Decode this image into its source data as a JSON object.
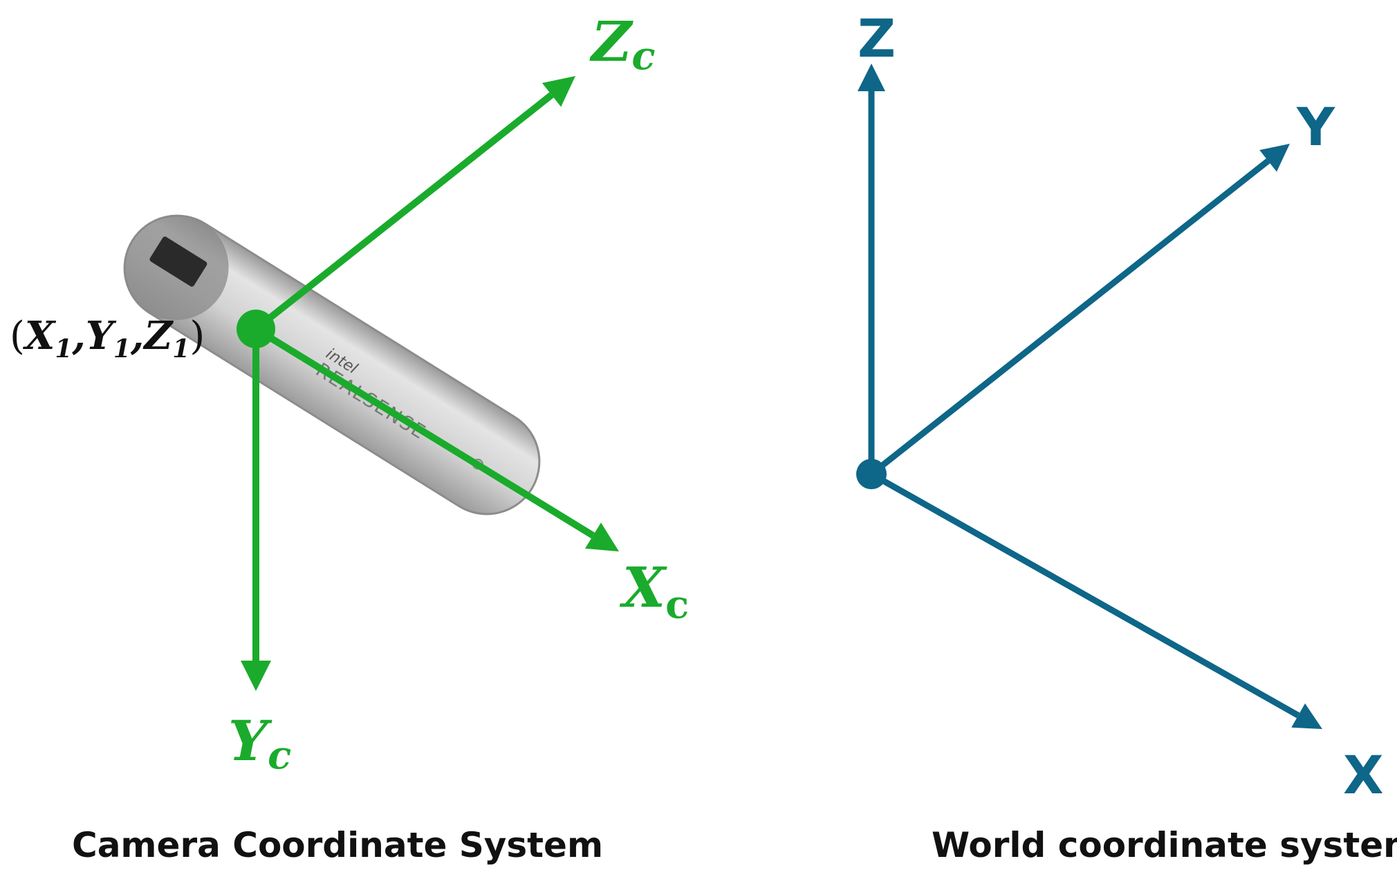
{
  "colors": {
    "camera_axes": "#1aab2c",
    "world_axes": "#0e6688",
    "text": "#111111",
    "camera_body": "#cfcfcf"
  },
  "camera": {
    "device_brand": "intel",
    "device_model": "REALSENSE",
    "origin_label": {
      "open": "(",
      "x": "X",
      "y": "Y",
      "z": "Z",
      "sub": "1",
      "sep": ",",
      "close": ")"
    },
    "axes": {
      "z": {
        "main": "Z",
        "sub": "c"
      },
      "x": {
        "main": "X",
        "sub": "c"
      },
      "y": {
        "main": "Y",
        "sub": "c"
      }
    },
    "caption": "Camera Coordinate System"
  },
  "world": {
    "axes": {
      "z": "Z",
      "y": "Y",
      "x": "X"
    },
    "caption": "World coordinate system"
  }
}
